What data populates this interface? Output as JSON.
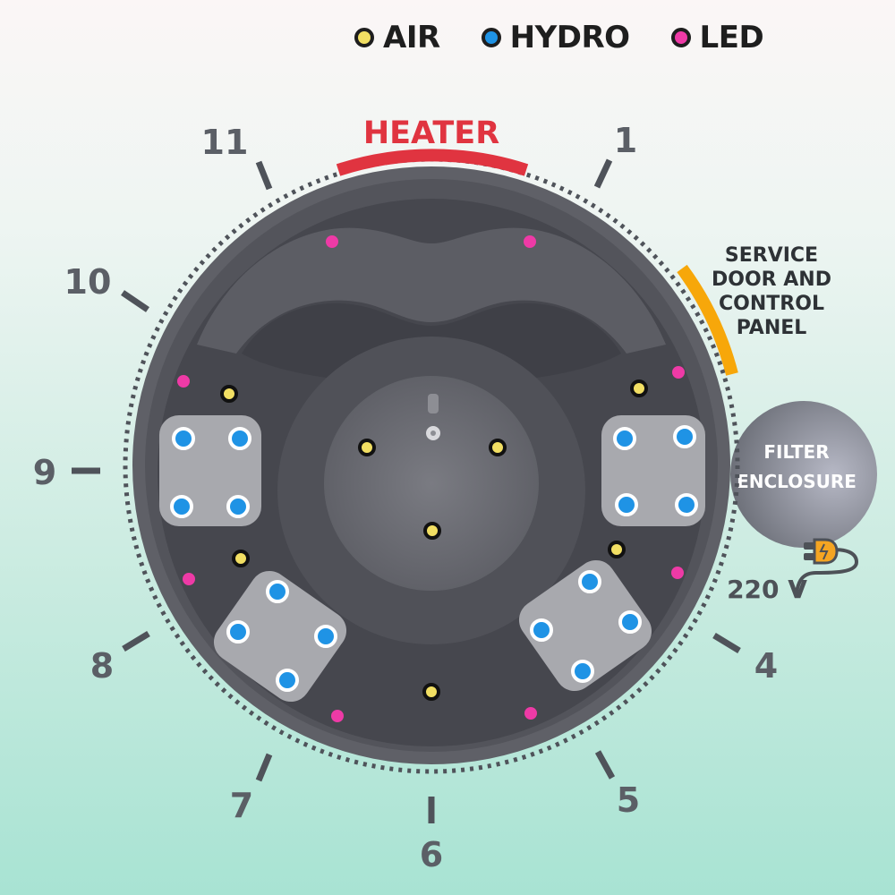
{
  "legend": [
    {
      "label": "AIR",
      "color": "#f2df63"
    },
    {
      "label": "HYDRO",
      "color": "#1f93e5"
    },
    {
      "label": "LED",
      "color": "#ee3aa6"
    }
  ],
  "clock_numbers": [
    "11",
    "1",
    "10",
    "9",
    "8",
    "4",
    "7",
    "5",
    "6"
  ],
  "heater": {
    "label": "HEATER",
    "color": "#e03440"
  },
  "service": {
    "lines": [
      "SERVICE",
      "DOOR AND",
      "CONTROL",
      "PANEL"
    ],
    "color": "#f7a70a"
  },
  "filter": {
    "lines": [
      "FILTER",
      "ENCLOSURE"
    ]
  },
  "power": {
    "label": "220 V"
  },
  "colors": {
    "tub_outer": "#5f6067",
    "tub_inner": "#46474e",
    "footwell": "#6a6b72",
    "seat": "#a8a9ae",
    "ticks": "#4f535a",
    "air": "#f2df63",
    "hydro": "#1f93e5",
    "led": "#ee3aa6"
  }
}
